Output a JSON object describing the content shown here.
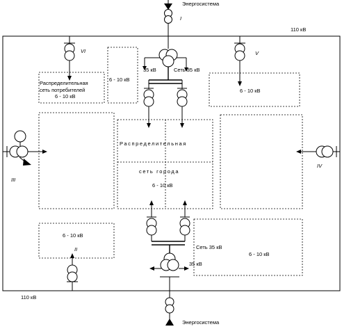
{
  "labels": {
    "system_top": "Энергосистема",
    "system_bottom": "Энергосистема",
    "kv110_top": "110 кВ",
    "kv110_bottom": "110 кВ",
    "roman_i": "I",
    "roman_ii": "II",
    "roman_iii": "III",
    "roman_iv": "IV",
    "roman_v": "V",
    "roman_vi": "VI",
    "kv35_top": "35 кВ",
    "net35_top": "Сеть 35 кВ",
    "kv35_bottom": "35 кВ",
    "net35_bottom": "Сеть 35 кВ",
    "consumer_net_line1": "Распределительная",
    "consumer_net_line2": "сеть потребителей",
    "consumer_net_line3": "6 - 10 кВ",
    "box_top_small": "6 - 10 кВ",
    "box_top_right": "6 - 10 кВ",
    "city_net_line1": "Распределительная",
    "city_net_line2": "сеть города",
    "city_net_line3": "6 - 10 кВ",
    "box_bottom_left": "6 - 10 кВ",
    "box_bottom_right": "6 - 10 кВ"
  }
}
